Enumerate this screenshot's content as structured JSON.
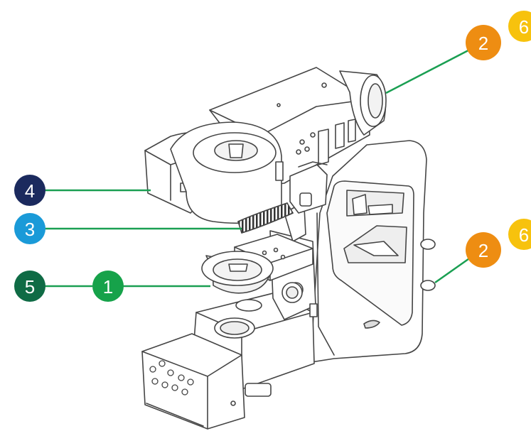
{
  "colors": {
    "leader_line": "#1a9f52",
    "outline": "#454545",
    "fill": "#ffffff",
    "shade": "#e6e6e6",
    "badge_navy": "#1b2a5e",
    "badge_blue": "#1a9ad8",
    "badge_dark_green": "#0f6b45",
    "badge_green": "#16a24a",
    "badge_orange": "#ee8d12",
    "badge_yellow": "#f7c20d"
  },
  "callouts": [
    {
      "id": "callout-1",
      "label": "1",
      "color": "#16a24a"
    },
    {
      "id": "callout-2-top",
      "label": "2",
      "color": "#ee8d12"
    },
    {
      "id": "callout-6-top",
      "label": "6",
      "color": "#f7c20d"
    },
    {
      "id": "callout-2-side",
      "label": "2",
      "color": "#ee8d12"
    },
    {
      "id": "callout-6-side",
      "label": "6",
      "color": "#f7c20d"
    },
    {
      "id": "callout-3",
      "label": "3",
      "color": "#1a9ad8"
    },
    {
      "id": "callout-4",
      "label": "4",
      "color": "#1b2a5e"
    },
    {
      "id": "callout-5",
      "label": "5",
      "color": "#0f6b45"
    }
  ]
}
